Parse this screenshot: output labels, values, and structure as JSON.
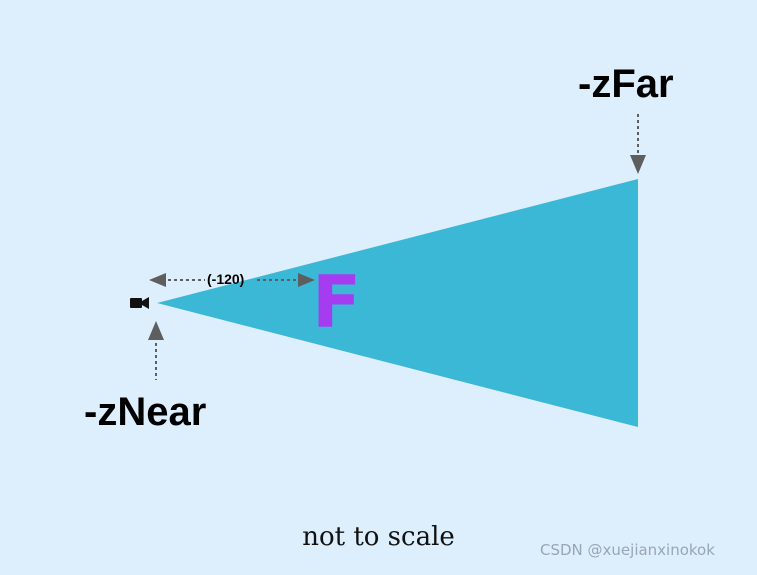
{
  "labels": {
    "zfar": "-zFar",
    "znear": "-zNear",
    "distance": "(-120)",
    "object": "F",
    "caption": "not to scale"
  },
  "watermark": "CSDN @xuejianxinokok",
  "icons": {
    "camera": "video-camera-icon"
  },
  "colors": {
    "background": "#ddeefc",
    "frustum": "#3bb8d6",
    "object": "#a53cf0",
    "arrow": "#5e5e5e"
  }
}
